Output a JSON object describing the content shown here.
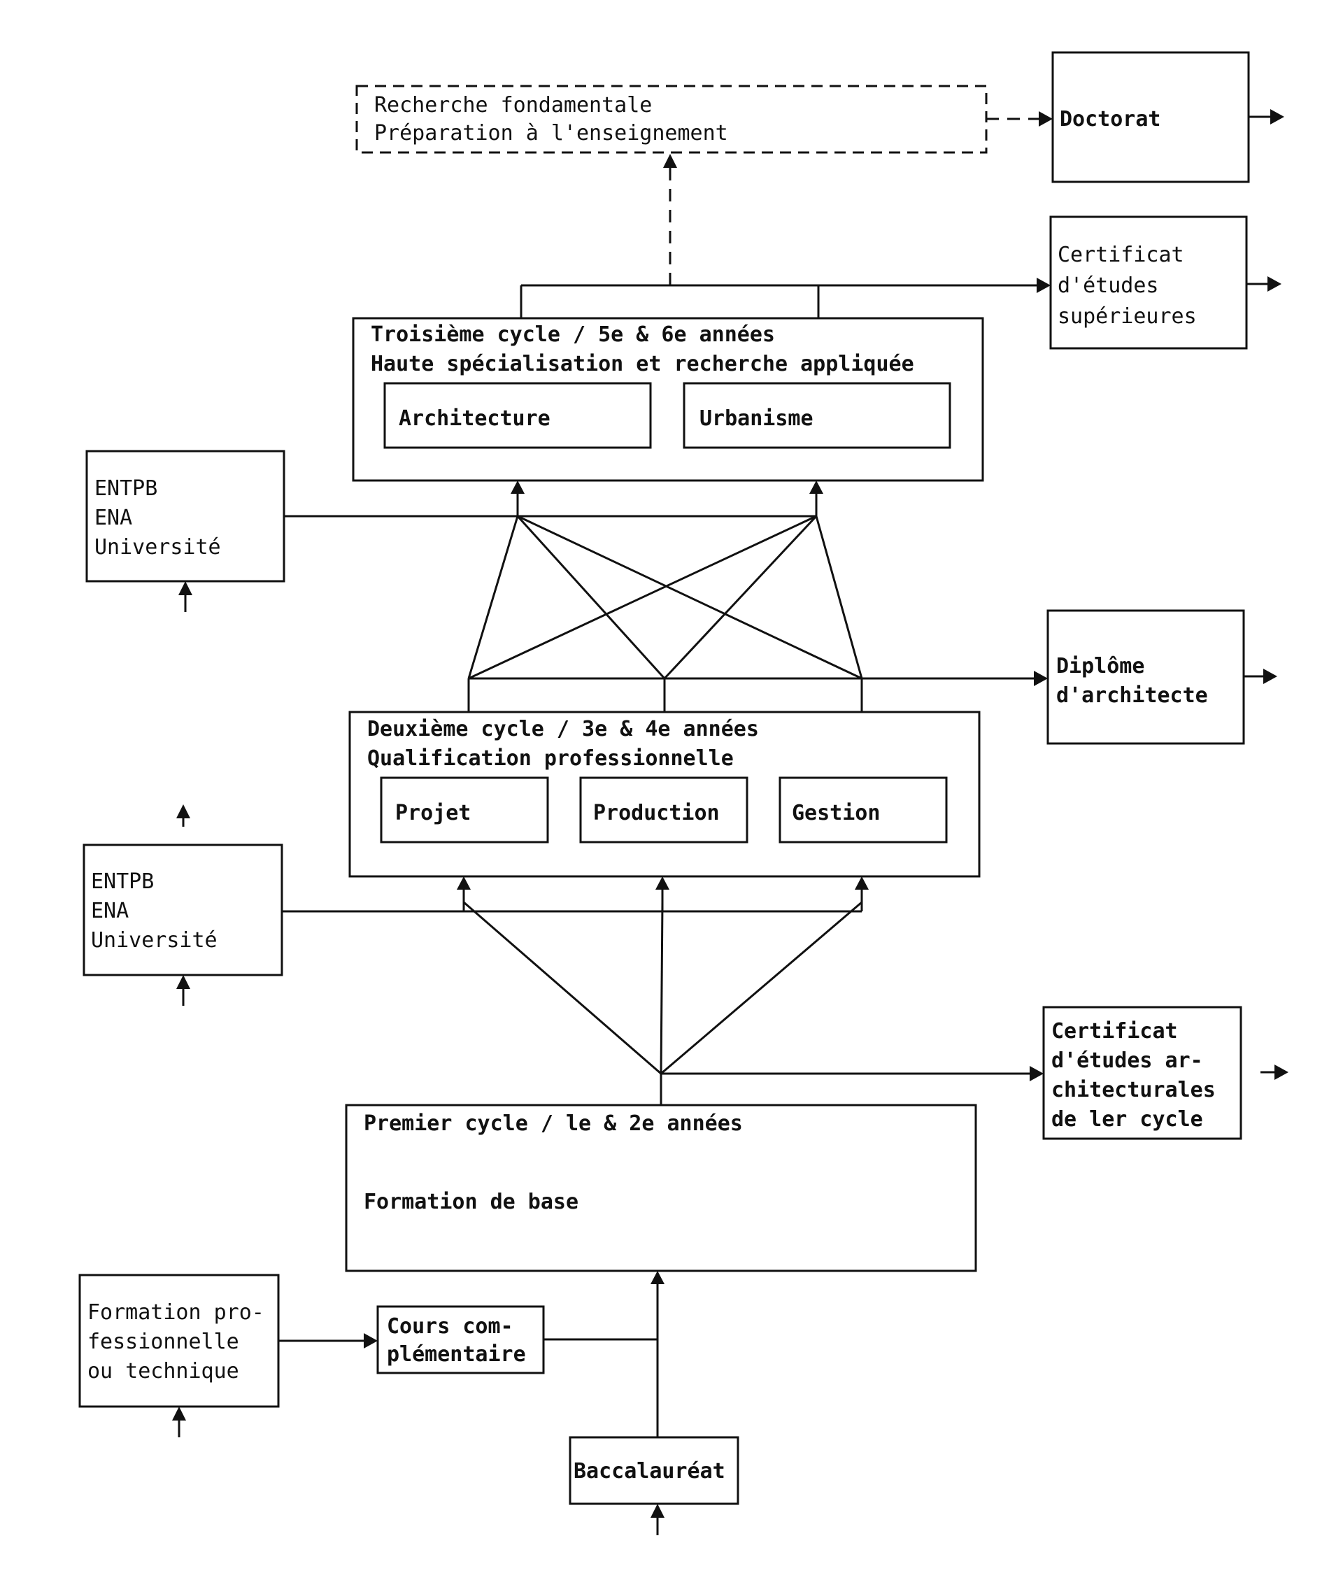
{
  "research": {
    "line1": "Recherche fondamentale",
    "line2": "Préparation à l'enseignement"
  },
  "doctorat": "Doctorat",
  "certificat_superieures": [
    "Certificat",
    "d'études",
    "supérieures"
  ],
  "troisieme_cycle": {
    "title": "Troisième cycle / 5e & 6e années",
    "subtitle": "Haute spécialisation et recherche appliquée",
    "options": [
      "Architecture",
      "Urbanisme"
    ]
  },
  "entry_upper": [
    "ENTPB",
    "ENA",
    "Université"
  ],
  "diplome": [
    "Diplôme",
    "d'architecte"
  ],
  "deuxieme_cycle": {
    "title": "Deuxième cycle / 3e & 4e années",
    "subtitle": "Qualification professionnelle",
    "options": [
      "Projet",
      "Production",
      "Gestion"
    ]
  },
  "entry_lower": [
    "ENTPB",
    "ENA",
    "Université"
  ],
  "certificat_architecturales": [
    "Certificat",
    "d'études ar-",
    "chitecturales",
    "de ler cycle"
  ],
  "premier_cycle": {
    "title": "Premier cycle / le & 2e années",
    "subtitle": "Formation de base"
  },
  "formation_pro": [
    "Formation pro-",
    "fessionnelle",
    "ou technique"
  ],
  "cours": [
    "Cours com-",
    "plémentaire"
  ],
  "baccalaureat": "Baccalauréat"
}
